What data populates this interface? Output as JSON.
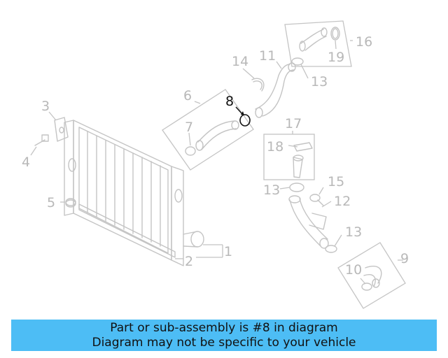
{
  "diagram": {
    "highlighted_part": "8",
    "callouts": [
      "1",
      "2",
      "3",
      "4",
      "5",
      "6",
      "7",
      "8",
      "9",
      "10",
      "11",
      "12",
      "13",
      "13",
      "13",
      "14",
      "15",
      "16",
      "17",
      "18",
      "19"
    ]
  },
  "banner": {
    "line1": "Part or sub-assembly is #8 in diagram",
    "line2": "Diagram may not be specific to your vehicle"
  },
  "colors": {
    "banner_bg": "#4dbdf5",
    "line_art": "#c4c4c4",
    "callout_gray": "#b8b8b8",
    "highlight": "#111111"
  }
}
